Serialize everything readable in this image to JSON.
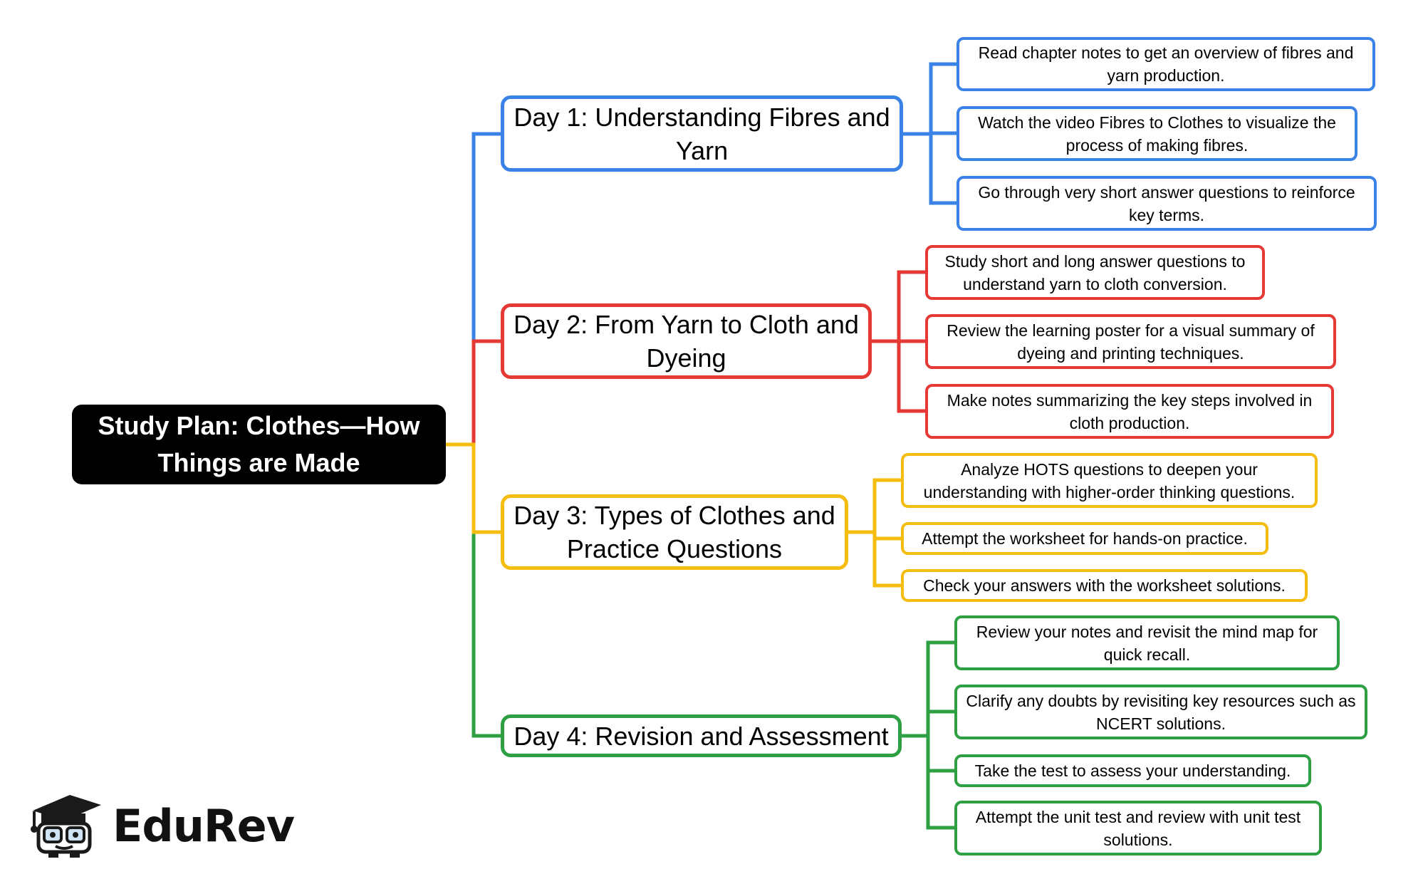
{
  "root": {
    "label": "Study Plan: Clothes—How Things are Made"
  },
  "branches": [
    {
      "color": "#3b82e6",
      "label": "Day 1: Understanding Fibres and Yarn",
      "tasks": [
        "Read chapter notes to get an overview of fibres and yarn production.",
        "Watch the video Fibres to Clothes to visualize the process of making fibres.",
        "Go through very short answer questions to reinforce key terms."
      ]
    },
    {
      "color": "#e53935",
      "label": "Day 2: From Yarn to Cloth and Dyeing",
      "tasks": [
        "Study short and long answer questions to understand yarn to cloth conversion.",
        "Review the learning poster for a visual summary of dyeing and printing techniques.",
        "Make notes summarizing the key steps involved in cloth production."
      ]
    },
    {
      "color": "#f5bd0f",
      "label": "Day 3: Types of Clothes and Practice Questions",
      "tasks": [
        "Analyze HOTS questions to deepen your understanding with higher-order thinking questions.",
        "Attempt the worksheet for hands-on practice.",
        "Check your answers with the worksheet solutions."
      ]
    },
    {
      "color": "#2ea043",
      "label": "Day 4: Revision and Assessment",
      "tasks": [
        "Review your notes and revisit the mind map for quick recall.",
        "Clarify any doubts by revisiting key resources such as NCERT solutions.",
        "Take the test to assess your understanding.",
        "Attempt the unit test and review with unit test solutions."
      ]
    }
  ],
  "logo": {
    "text": "EduRev",
    "icon": "graduation-cap-mascot-icon"
  }
}
